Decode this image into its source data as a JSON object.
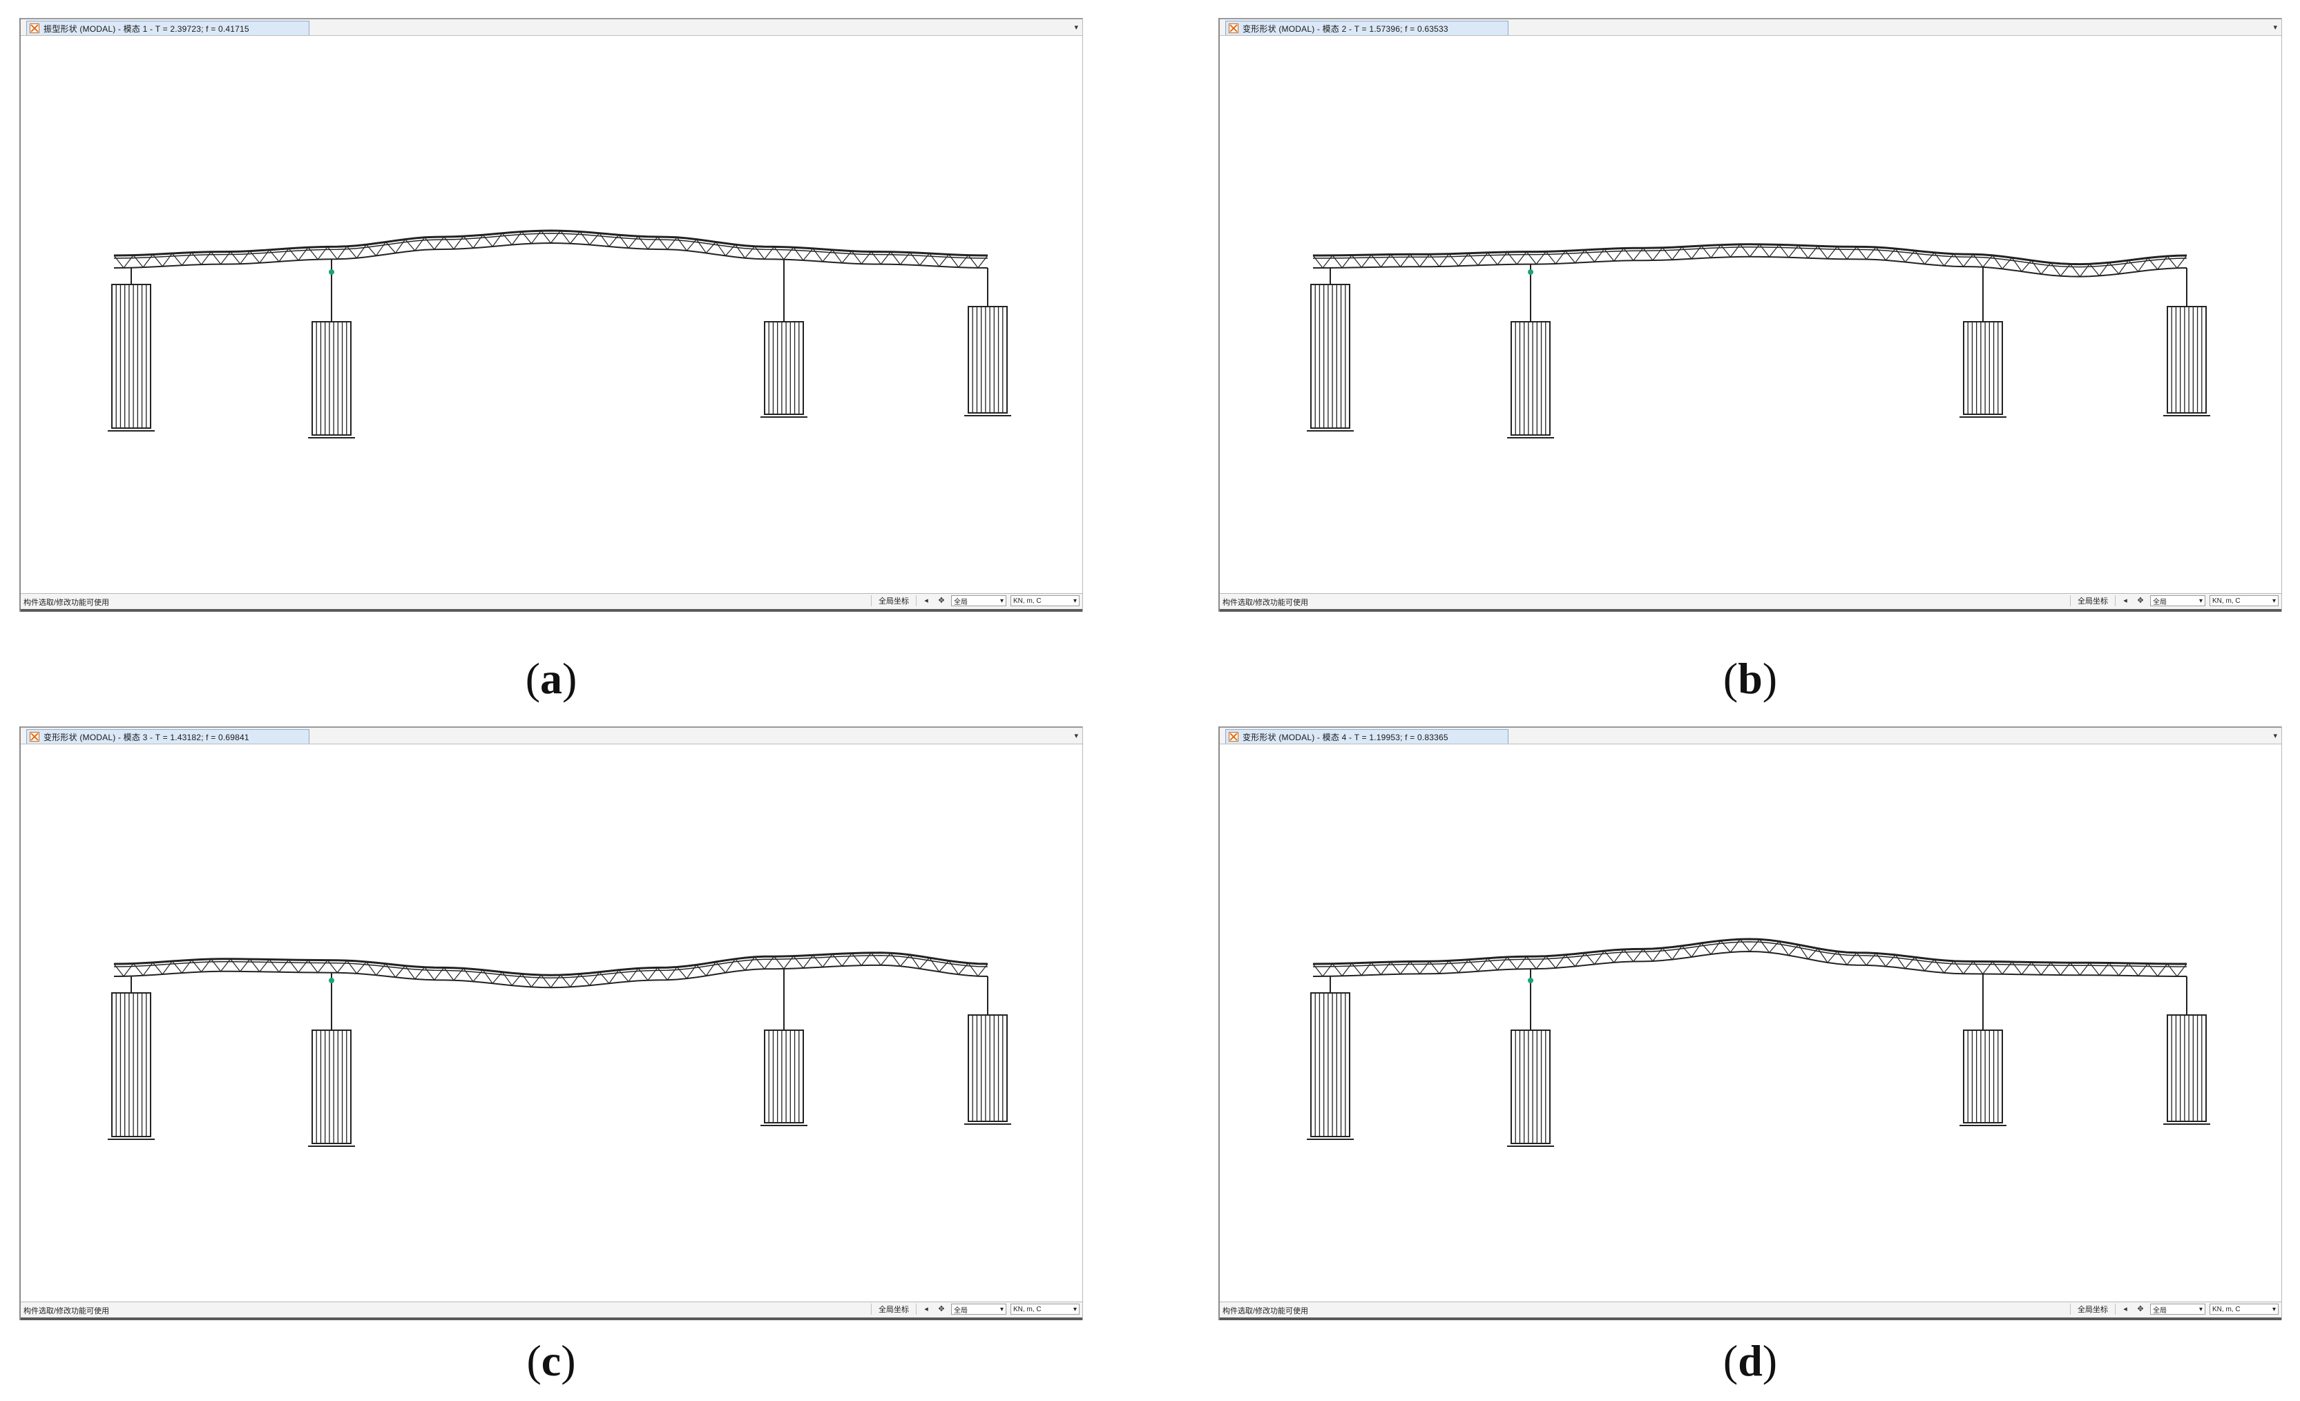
{
  "panels": [
    {
      "id": "a",
      "title": "振型形状 (MODAL) - 模态 1 - T = 2.39723; f = 0.41715",
      "status_text": "构件选取/修改功能可使用",
      "status_label": "全局坐标",
      "unit_select": "KN, m, C",
      "view_select": "全局",
      "caption_letter": "a",
      "deck_amplitude": [
        0,
        0.15,
        0.35,
        0.75,
        1.0,
        0.75,
        0.35,
        0.15,
        0
      ]
    },
    {
      "id": "b",
      "title": "变形形状 (MODAL) - 模态 2 - T = 1.57396; f = 0.63533",
      "status_text": "构件选取/修改功能可使用",
      "status_label": "全局坐标",
      "unit_select": "KN, m, C",
      "view_select": "全局",
      "caption_letter": "b",
      "deck_amplitude": [
        0,
        0.05,
        0.15,
        0.3,
        0.45,
        0.35,
        0.05,
        -0.35,
        0
      ]
    },
    {
      "id": "c",
      "title": "变形形状 (MODAL) - 模态 3 - T = 1.43182; f = 0.69841",
      "status_text": "构件选取/修改功能可使用",
      "status_label": "全局坐标",
      "unit_select": "KN, m, C",
      "view_select": "全局",
      "caption_letter": "c",
      "deck_amplitude": [
        0,
        0.2,
        0.15,
        -0.15,
        -0.45,
        -0.15,
        0.3,
        0.45,
        0
      ]
    },
    {
      "id": "d",
      "title": "变形形状 (MODAL) - 模态 4 - T = 1.19953; f = 0.83365",
      "status_text": "构件选取/修改功能可使用",
      "status_label": "全局坐标",
      "unit_select": "KN, m, C",
      "view_select": "全局",
      "caption_letter": "d",
      "deck_amplitude": [
        0,
        0.1,
        0.3,
        0.6,
        1.0,
        0.45,
        0.1,
        0.05,
        0
      ]
    }
  ],
  "colors": {
    "structure": "#222222",
    "node_marker": "#1aa37a",
    "tab_bg": "#dbe8f7"
  }
}
